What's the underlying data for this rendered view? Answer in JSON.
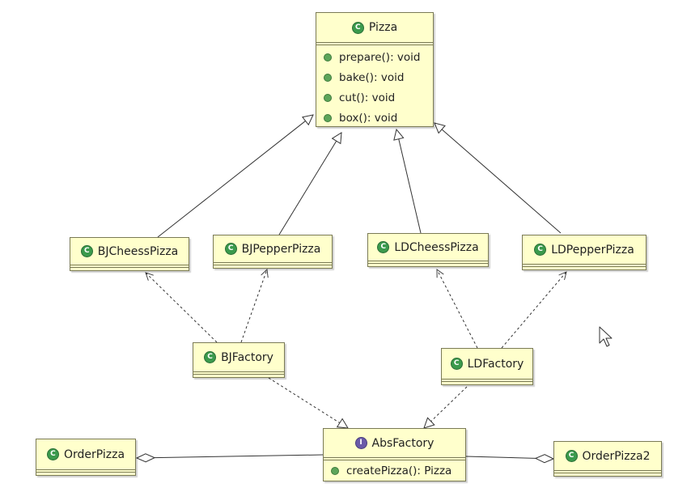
{
  "diagram": {
    "classes": {
      "pizza": {
        "name": "Pizza",
        "kind": "class",
        "methods": [
          "prepare(): void",
          "bake(): void",
          "cut(): void",
          "box(): void"
        ]
      },
      "bj_chess_pizza": {
        "name": "BJCheessPizza",
        "kind": "class"
      },
      "bj_pepper_pizza": {
        "name": "BJPepperPizza",
        "kind": "class"
      },
      "ld_chess_pizza": {
        "name": "LDCheessPizza",
        "kind": "class"
      },
      "ld_pepper_pizza": {
        "name": "LDPepperPizza",
        "kind": "class"
      },
      "bj_factory": {
        "name": "BJFactory",
        "kind": "class"
      },
      "ld_factory": {
        "name": "LDFactory",
        "kind": "class"
      },
      "abs_factory": {
        "name": "AbsFactory",
        "kind": "interface",
        "methods": [
          "createPizza(): Pizza"
        ]
      },
      "order_pizza": {
        "name": "OrderPizza",
        "kind": "class"
      },
      "order_pizza2": {
        "name": "OrderPizza2",
        "kind": "class"
      }
    },
    "relations": [
      {
        "from": "BJCheessPizza",
        "to": "Pizza",
        "type": "generalization"
      },
      {
        "from": "BJPepperPizza",
        "to": "Pizza",
        "type": "generalization"
      },
      {
        "from": "LDCheessPizza",
        "to": "Pizza",
        "type": "generalization"
      },
      {
        "from": "LDPepperPizza",
        "to": "Pizza",
        "type": "generalization"
      },
      {
        "from": "BJFactory",
        "to": "BJCheessPizza",
        "type": "dependency"
      },
      {
        "from": "BJFactory",
        "to": "BJPepperPizza",
        "type": "dependency"
      },
      {
        "from": "LDFactory",
        "to": "LDCheessPizza",
        "type": "dependency"
      },
      {
        "from": "LDFactory",
        "to": "LDPepperPizza",
        "type": "dependency"
      },
      {
        "from": "BJFactory",
        "to": "AbsFactory",
        "type": "realization"
      },
      {
        "from": "LDFactory",
        "to": "AbsFactory",
        "type": "realization"
      },
      {
        "from": "OrderPizza",
        "to": "AbsFactory",
        "type": "aggregation"
      },
      {
        "from": "OrderPizza2",
        "to": "AbsFactory",
        "type": "aggregation"
      }
    ]
  },
  "colors": {
    "box_fill": "#ffffcc",
    "box_border": "#7a7a55",
    "class_badge": "#3b9a4c",
    "interface_badge": "#6a5aa8",
    "line": "#333333"
  },
  "icons": {
    "class_badge": "class-c-icon",
    "interface_badge": "interface-i-icon",
    "method": "public-method-icon",
    "cursor": "mouse-pointer-icon"
  }
}
